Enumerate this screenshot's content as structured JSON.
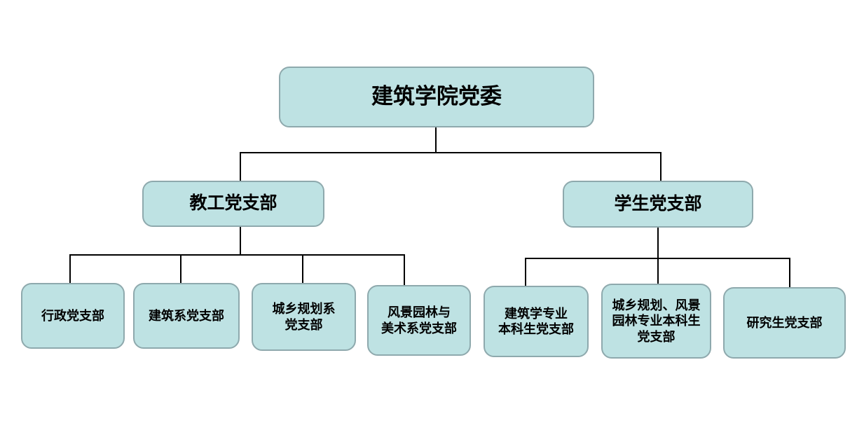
{
  "diagram": {
    "type": "org-chart",
    "title": "建筑学院党委",
    "colors": {
      "node_fill": "#bee2e3",
      "node_border": "#8ea9ad",
      "connector": "#000000",
      "text": "#000000",
      "background": "#ffffff"
    },
    "nodes": {
      "root": {
        "label": "建筑学院党委"
      },
      "faculty": {
        "label": "教工党支部"
      },
      "student": {
        "label": "学生党支部"
      },
      "admin": {
        "label": "行政党支部"
      },
      "arch_dept": {
        "label": "建筑系党支部"
      },
      "planning_dept": {
        "label": "城乡规划系\n党支部"
      },
      "landscape_art_dept": {
        "label": "风景园林与\n美术系党支部"
      },
      "arch_undergrad": {
        "label": "建筑学专业\n本科生党支部"
      },
      "planning_landscape_undergrad": {
        "label": "城乡规划、风景\n园林专业本科生\n党支部"
      },
      "graduate": {
        "label": "研究生党支部"
      }
    },
    "edges": [
      {
        "from": "root",
        "to": "faculty"
      },
      {
        "from": "root",
        "to": "student"
      },
      {
        "from": "faculty",
        "to": "admin"
      },
      {
        "from": "faculty",
        "to": "arch_dept"
      },
      {
        "from": "faculty",
        "to": "planning_dept"
      },
      {
        "from": "faculty",
        "to": "landscape_art_dept"
      },
      {
        "from": "student",
        "to": "arch_undergrad"
      },
      {
        "from": "student",
        "to": "planning_landscape_undergrad"
      },
      {
        "from": "student",
        "to": "graduate"
      }
    ]
  }
}
